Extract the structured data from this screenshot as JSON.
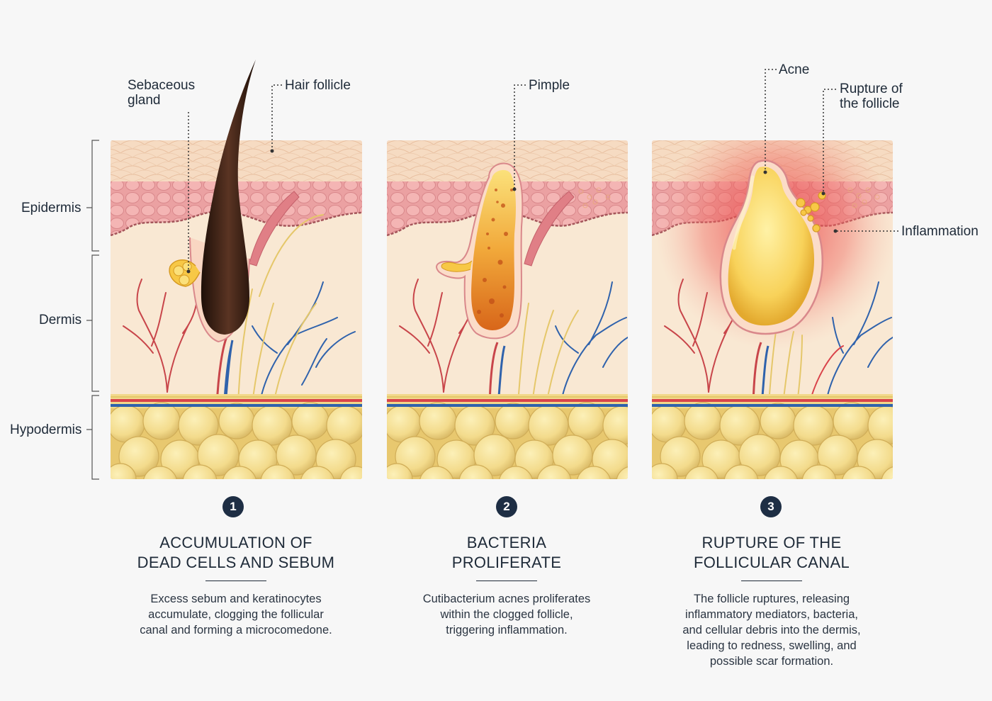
{
  "layers": {
    "epidermis": "Epidermis",
    "dermis": "Dermis",
    "hypodermis": "Hypodermis"
  },
  "callouts": {
    "sebaceous_gland": "Sebaceous\ngland",
    "hair_follicle": "Hair follicle",
    "pimple": "Pimple",
    "acne": "Acne",
    "rupture": "Rupture of\nthe follicle",
    "inflammation": "Inflammation"
  },
  "steps": [
    {
      "number": "1",
      "title_line1": "ACCUMULATION OF",
      "title_line2": "DEAD CELLS AND SEBUM",
      "desc_line1": "Excess sebum and keratinocytes",
      "desc_line2": "accumulate, clogging the follicular",
      "desc_line3": "canal and forming a microcomedone."
    },
    {
      "number": "2",
      "title_line1": "BACTERIA",
      "title_line2": "PROLIFERATE",
      "desc_line1": "Cutibacterium acnes proliferates",
      "desc_line2": "within the clogged follicle,",
      "desc_line3": "triggering inflammation."
    },
    {
      "number": "3",
      "title_line1": "RUPTURE OF THE",
      "title_line2": "FOLLICULAR CANAL",
      "desc_line1": "The follicle ruptures, releasing",
      "desc_line2": "inflammatory mediators, bacteria,",
      "desc_line3": "and cellular debris into the dermis,",
      "desc_line4": "leading to redness, swelling, and",
      "desc_line5": "possible scar formation."
    }
  ],
  "colors": {
    "stratum_top": "#f6dcc4",
    "epidermis_cells": "#f1aaa8",
    "dermis": "#f9e8d3",
    "fat": "#f2d88a",
    "artery": "#d9434a",
    "vein": "#2f62ac",
    "nerve": "#e5c76a",
    "hair": "#3b2114",
    "sebum": "#f7c846",
    "pus": "#e07f1e",
    "inflammation": "#e8383f",
    "step_badge": "#1e2e44"
  }
}
